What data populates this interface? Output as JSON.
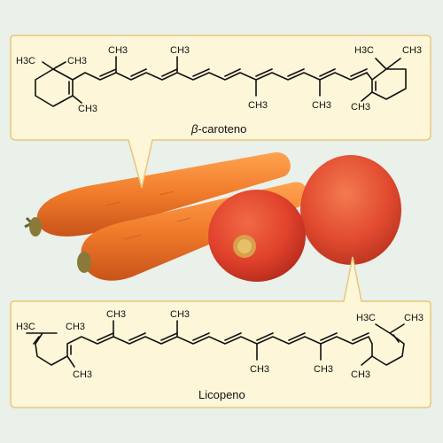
{
  "beta_carotene": {
    "prefix": "β",
    "name": "-caroteno",
    "gem_methyl_left_a": "H3C",
    "gem_methyl_left_b": "CH3",
    "ring_methyl_left": "CH3",
    "top_methyl_1": "CH3",
    "top_methyl_2": "CH3",
    "bottom_methyl_1": "CH3",
    "bottom_methyl_2": "CH3",
    "gem_methyl_right_a": "H3C",
    "gem_methyl_right_b": "CH3",
    "ring_methyl_right": "CH3"
  },
  "lycopene": {
    "name": "Licopeno",
    "end_methyl_left_a": "H3C",
    "end_methyl_left_b": "CH3",
    "side_methyl_left": "CH3",
    "top_methyl_1": "CH3",
    "top_methyl_2": "CH3",
    "bottom_methyl_1": "CH3",
    "bottom_methyl_2": "CH3",
    "end_methyl_right_a": "H3C",
    "end_methyl_right_b": "CH3",
    "side_methyl_right": "CH3"
  },
  "colors": {
    "panel_fill": "#fdf6d8",
    "panel_border": "#e8c77a",
    "carrot": "#f07b2a",
    "tomato": "#e1422c"
  }
}
